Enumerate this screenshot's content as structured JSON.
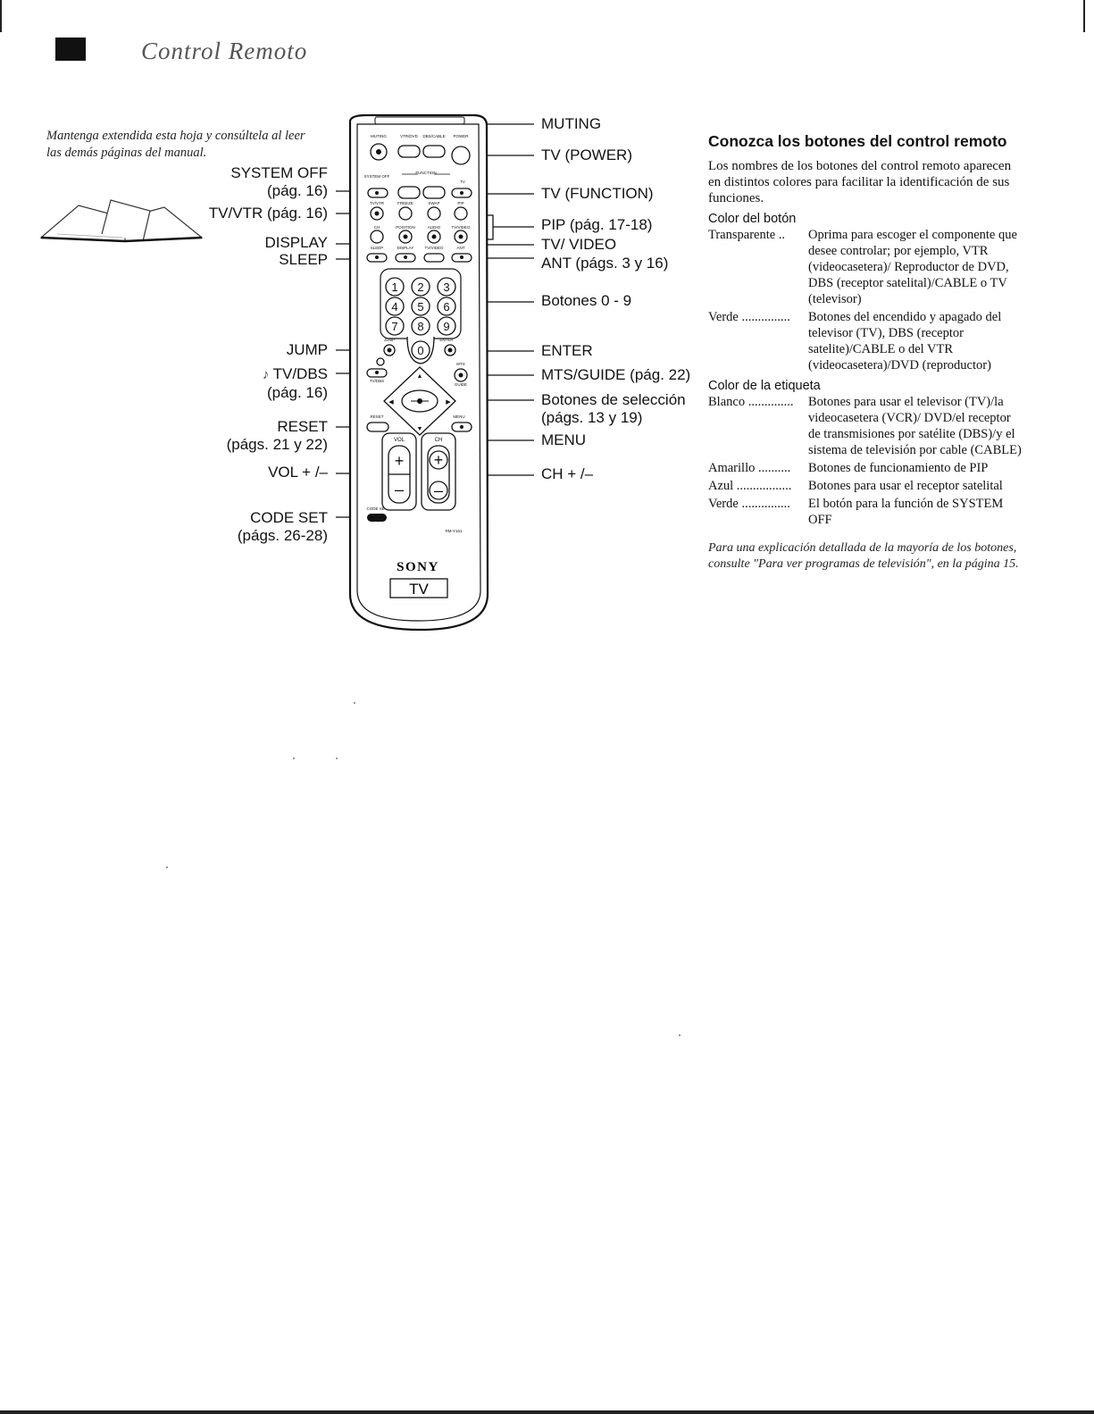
{
  "header": {
    "title": "Control Remoto"
  },
  "intro_note": "Mantenga extendida esta hoja y consúltela al leer las demás páginas del manual.",
  "callouts_left": [
    {
      "id": "system-off",
      "lines": [
        "SYSTEM OFF",
        "(pág. 16)"
      ]
    },
    {
      "id": "tv-vtr",
      "lines": [
        "TV/VTR (pág. 16)"
      ]
    },
    {
      "id": "display",
      "lines": [
        "DISPLAY"
      ]
    },
    {
      "id": "sleep",
      "lines": [
        "SLEEP"
      ]
    },
    {
      "id": "jump",
      "lines": [
        "JUMP"
      ]
    },
    {
      "id": "tv-dbs",
      "lines": [
        "TV/DBS",
        "(pág. 16)"
      ]
    },
    {
      "id": "reset",
      "lines": [
        "RESET",
        "(págs. 21 y 22)"
      ]
    },
    {
      "id": "vol",
      "lines": [
        "VOL + /–"
      ]
    },
    {
      "id": "code-set",
      "lines": [
        "CODE SET",
        "(págs. 26-28)"
      ]
    }
  ],
  "callouts_right": [
    {
      "id": "muting",
      "lines": [
        "MUTING"
      ]
    },
    {
      "id": "tv-power",
      "lines": [
        "TV (POWER)"
      ]
    },
    {
      "id": "tv-function",
      "lines": [
        "TV (FUNCTION)"
      ]
    },
    {
      "id": "pip",
      "lines": [
        "PIP (pág. 17-18)"
      ]
    },
    {
      "id": "tv-video",
      "lines": [
        "TV/ VIDEO"
      ]
    },
    {
      "id": "ant",
      "lines": [
        "ANT (págs. 3 y 16)"
      ]
    },
    {
      "id": "numbers",
      "lines": [
        "Botones 0 - 9"
      ]
    },
    {
      "id": "enter",
      "lines": [
        "ENTER"
      ]
    },
    {
      "id": "mts-guide",
      "lines": [
        "MTS/GUIDE (pág. 22)"
      ]
    },
    {
      "id": "selection",
      "lines": [
        "Botones de selección",
        "(págs. 13 y 19)"
      ]
    },
    {
      "id": "menu",
      "lines": [
        "MENU"
      ]
    },
    {
      "id": "ch",
      "lines": [
        "CH + /–"
      ]
    }
  ],
  "remote": {
    "brand": "SONY",
    "badge": "TV",
    "model": "RM-Y161",
    "digits": [
      "1",
      "2",
      "3",
      "4",
      "5",
      "6",
      "7",
      "8",
      "9"
    ],
    "zero": "0",
    "vol_label": "VOL",
    "ch_label": "CH",
    "small_labels": {
      "muting": "MUTING",
      "vtr_dvd": "VTR/DVD",
      "dbs_cable": "DBS/CABLE",
      "power": "POWER",
      "function": "FUNCTION",
      "system_off": "SYSTEM OFF",
      "tv": "TV",
      "tv_vtr": "TV/VTR",
      "freeze": "FREEZE",
      "swap": "SWAP",
      "pip": "PIP",
      "ch": "CH",
      "position": "POSITION",
      "audio": "AUDIO",
      "tv_video": "TV/VIDEO",
      "sleep": "SLEEP",
      "display": "DISPLAY",
      "ant": "ANT",
      "jump": "JUMP",
      "enter": "ENTER",
      "mts": "MTS",
      "guide": "GUIDE",
      "tv_dbs": "TV/DBS",
      "reset": "RESET",
      "menu": "MENU",
      "code_set": "CODE SET"
    }
  },
  "know_buttons": {
    "title": "Conozca los botones del control remoto",
    "intro": "Los nombres de los botones del control remoto aparecen en distintos colores para facilitar la identificación de sus funciones.",
    "button_color": {
      "heading": "Color del botón",
      "rows": [
        {
          "term": "Transparente ..",
          "desc": "Oprima para escoger el componente que desee controlar; por ejemplo, VTR (videocasetera)/ Reproductor de DVD, DBS (receptor satelital)/CABLE o TV (televisor)"
        },
        {
          "term": "Verde ...............",
          "desc": "Botones del encendido y apagado del televisor (TV), DBS (receptor satelite)/CABLE o del VTR (videocasetera)/DVD (reproductor)"
        }
      ]
    },
    "label_color": {
      "heading": "Color de la etiqueta",
      "rows": [
        {
          "term": "Blanco ..............",
          "desc": "Botones para usar el televisor (TV)/la videocasetera (VCR)/ DVD/el receptor de transmisiones por satélite (DBS)/y el sistema de televisión por cable (CABLE)"
        },
        {
          "term": "Amarillo ..........",
          "desc": "Botones de funcionamiento de PIP"
        },
        {
          "term": "Azul .................",
          "desc": "Botones para usar el receptor satelital"
        },
        {
          "term": "Verde ...............",
          "desc": "El botón para la función de SYSTEM OFF"
        }
      ]
    },
    "footnote": "Para una explicación detallada de la mayoría de los botones, consulte \"Para ver programas de televisión\", en la página 15."
  }
}
